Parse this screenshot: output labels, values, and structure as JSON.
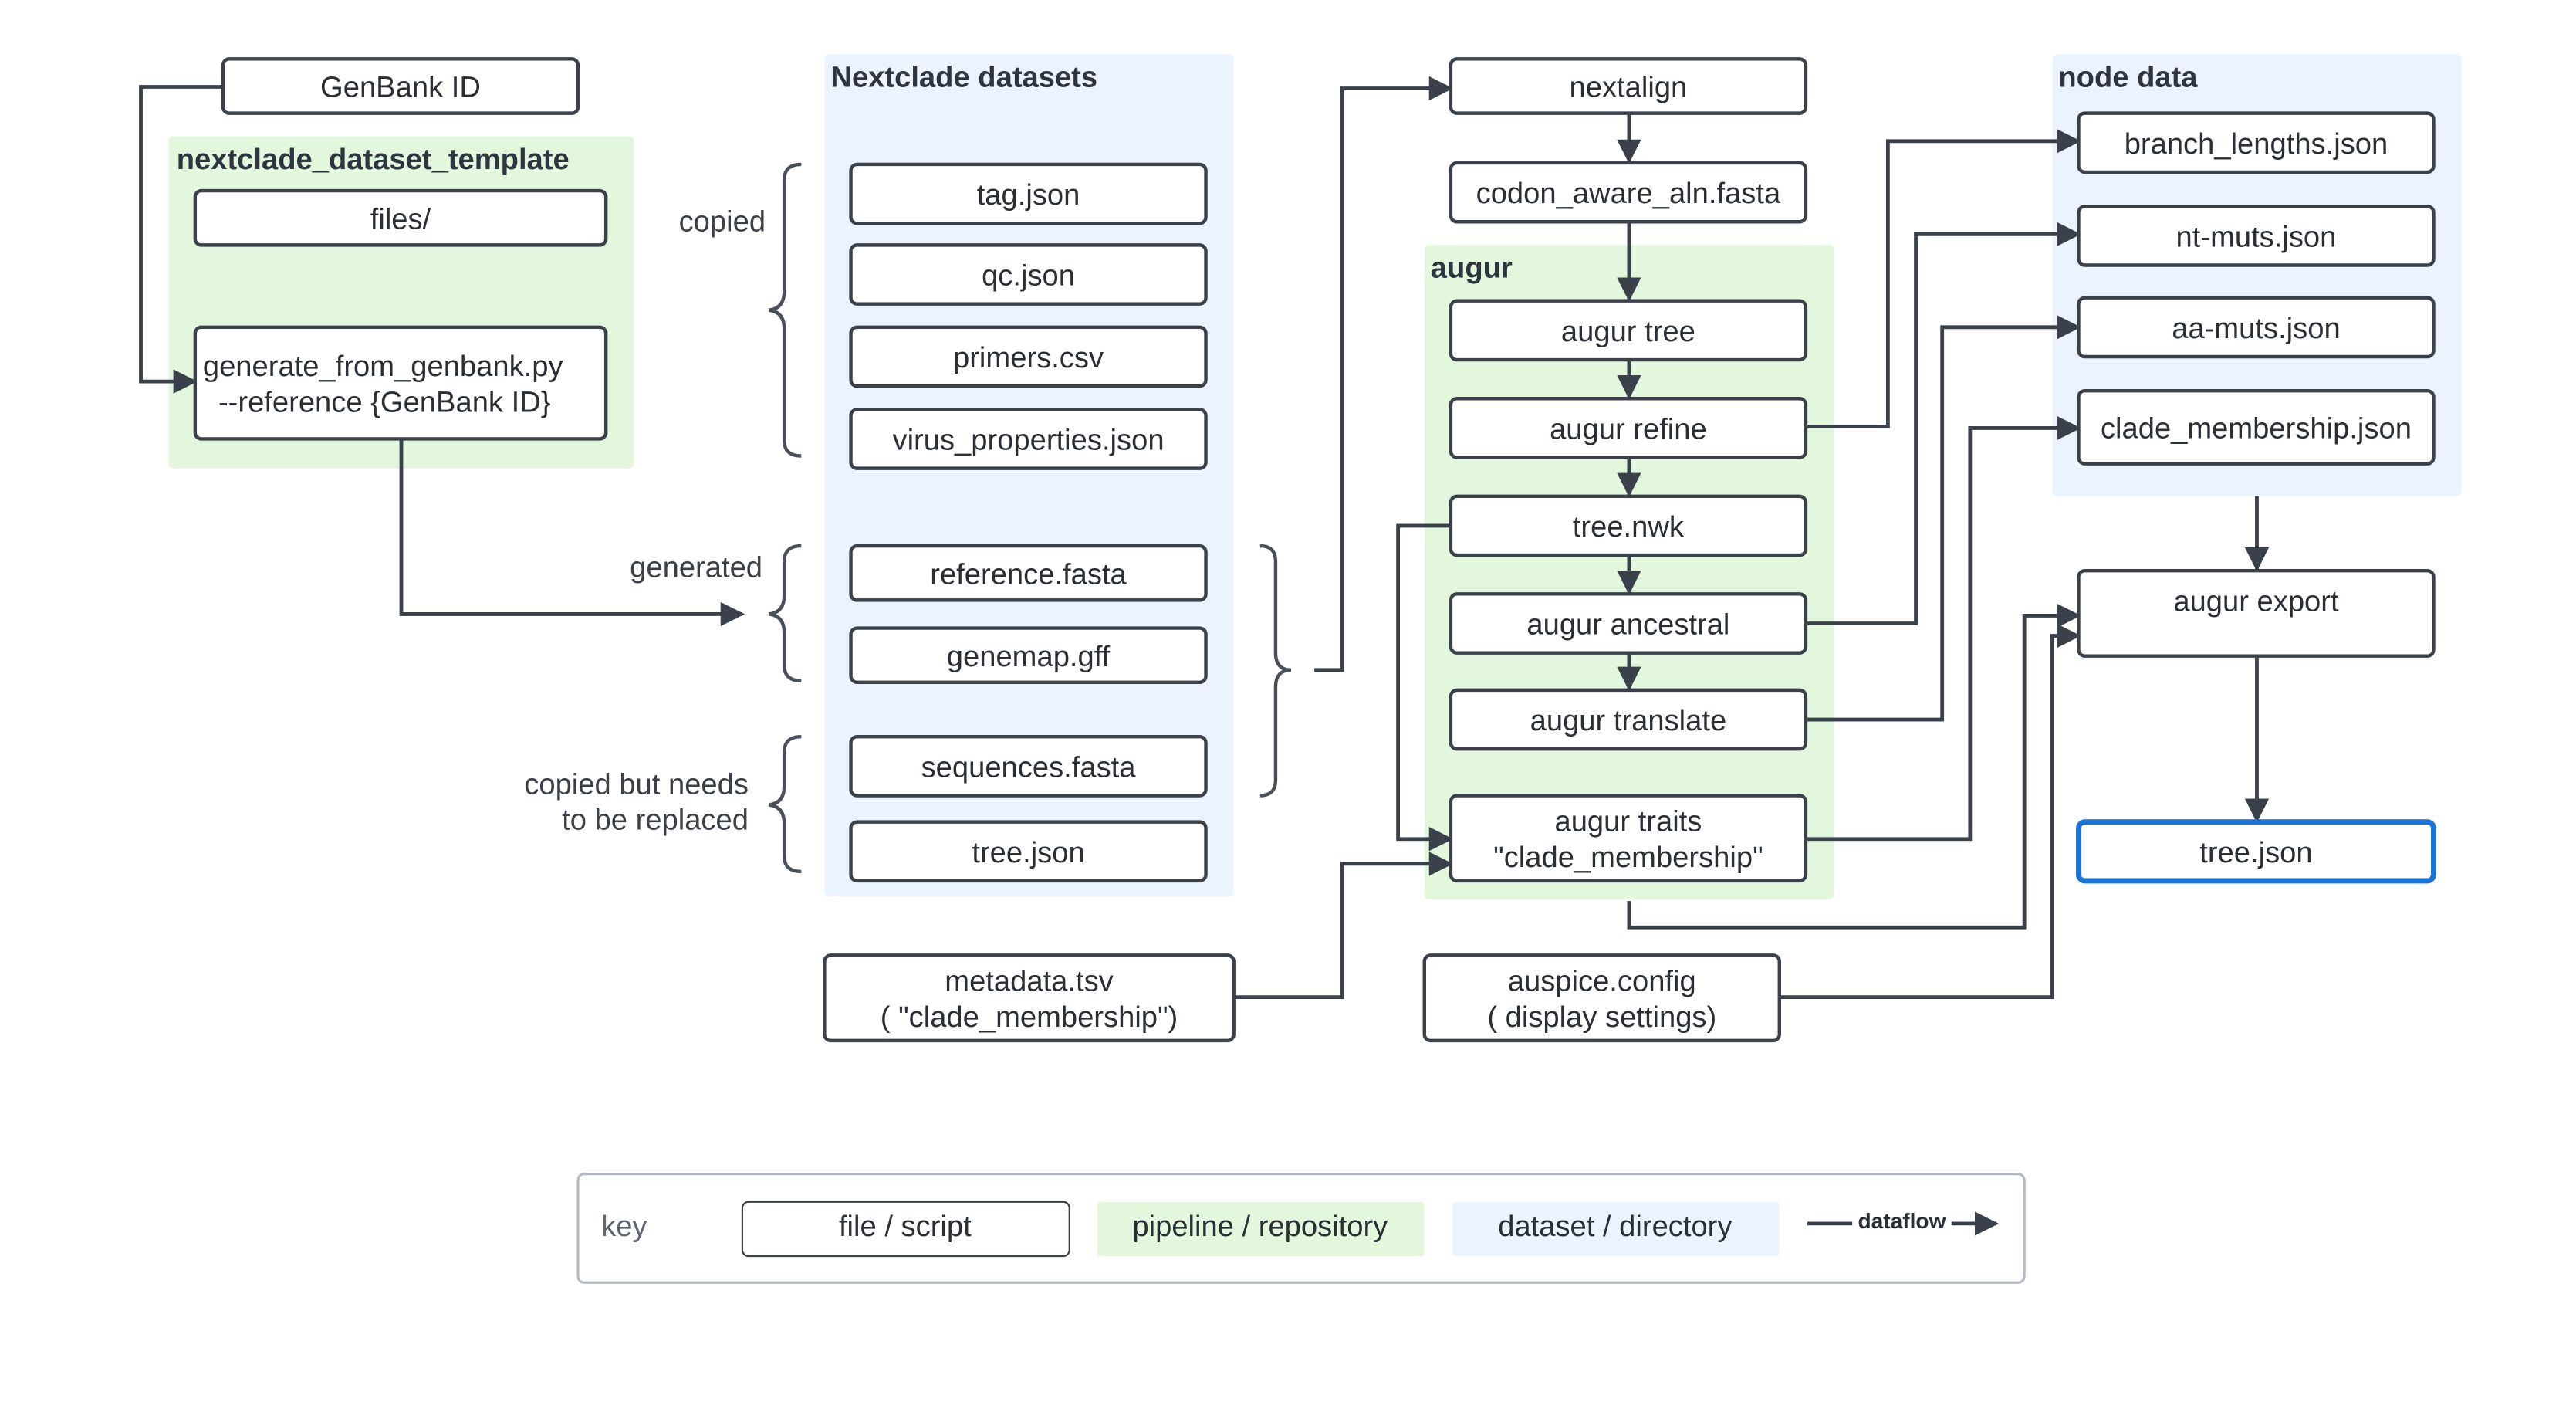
{
  "groups": {
    "nextclade_template": {
      "title": "nextclade_dataset_template",
      "fill": "#e2f7dc"
    },
    "nextclade_datasets": {
      "title": "Nextclade datasets",
      "fill": "#ebf4fe"
    },
    "augur": {
      "title": "augur",
      "fill": "#e2f7dc"
    },
    "node_data": {
      "title": "node data",
      "fill": "#ebf4fe"
    }
  },
  "nodes": {
    "genbank_id": {
      "lines": [
        "GenBank ID"
      ]
    },
    "files_dir": {
      "lines": [
        "files/"
      ]
    },
    "generate_script": {
      "lines": [
        "generate_from_genbank.py",
        "--reference {GenBank ID}"
      ]
    },
    "tag_json": {
      "lines": [
        "tag.json"
      ]
    },
    "qc_json": {
      "lines": [
        "qc.json"
      ]
    },
    "primers_csv": {
      "lines": [
        "primers.csv"
      ]
    },
    "virus_properties": {
      "lines": [
        "virus_properties.json"
      ]
    },
    "reference_fasta": {
      "lines": [
        "reference.fasta"
      ]
    },
    "genemap_gff": {
      "lines": [
        "genemap.gff"
      ]
    },
    "sequences_fasta": {
      "lines": [
        "sequences.fasta"
      ]
    },
    "dataset_tree_json": {
      "lines": [
        "tree.json"
      ]
    },
    "metadata_tsv": {
      "lines": [
        "metadata.tsv",
        "( \"clade_membership\")"
      ]
    },
    "nextalign": {
      "lines": [
        "nextalign"
      ]
    },
    "codon_aln": {
      "lines": [
        "codon_aware_aln.fasta"
      ]
    },
    "augur_tree": {
      "lines": [
        "augur tree"
      ]
    },
    "augur_refine": {
      "lines": [
        "augur refine"
      ]
    },
    "tree_nwk": {
      "lines": [
        "tree.nwk"
      ]
    },
    "augur_ancestral": {
      "lines": [
        "augur ancestral"
      ]
    },
    "augur_translate": {
      "lines": [
        "augur translate"
      ]
    },
    "augur_traits": {
      "lines": [
        "augur traits",
        "\"clade_membership\""
      ]
    },
    "auspice_config": {
      "lines": [
        "auspice.config",
        "( display settings)"
      ]
    },
    "branch_lengths": {
      "lines": [
        "branch_lengths.json"
      ]
    },
    "nt_muts": {
      "lines": [
        "nt-muts.json"
      ]
    },
    "aa_muts": {
      "lines": [
        "aa-muts.json"
      ]
    },
    "clade_membership_json": {
      "lines": [
        "clade_membership.json"
      ]
    },
    "augur_export": {
      "lines": [
        "augur export"
      ]
    },
    "output_tree_json": {
      "lines": [
        "tree.json"
      ]
    }
  },
  "annotations": {
    "copied": [
      "copied"
    ],
    "generated": [
      "generated"
    ],
    "copied_replace": [
      "copied but needs",
      "to be replaced"
    ]
  },
  "key": {
    "title": "key",
    "file_script": "file / script",
    "pipeline": "pipeline / repository",
    "dataset": "dataset / directory",
    "dataflow": "dataflow"
  },
  "colors": {
    "pipeline_fill": "#e2f7dc",
    "dataset_fill": "#ebf4fe",
    "box_stroke": "#3a414a",
    "output_stroke": "#1a73d6",
    "edge": "#3b414a"
  }
}
